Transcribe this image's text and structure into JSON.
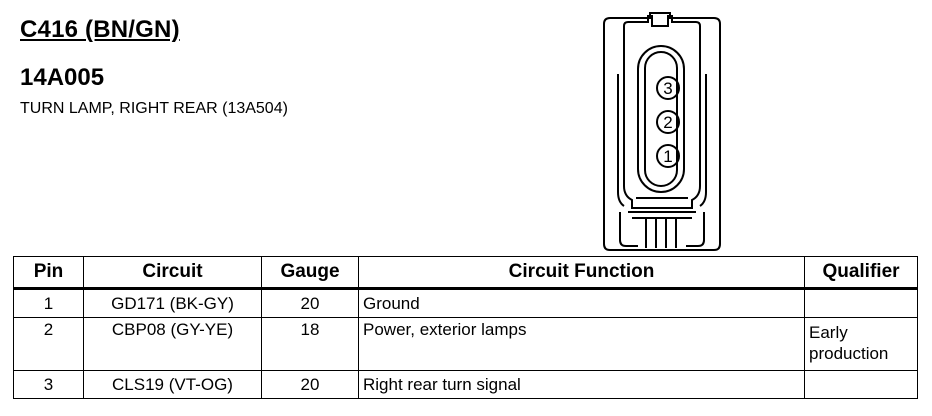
{
  "header": {
    "connector_id": "C416 (BN/GN)",
    "part_number": "14A005",
    "description": "TURN LAMP, RIGHT REAR (13A504)"
  },
  "diagram": {
    "pins": [
      "3",
      "2",
      "1"
    ]
  },
  "table": {
    "headers": {
      "pin": "Pin",
      "circuit": "Circuit",
      "gauge": "Gauge",
      "function": "Circuit Function",
      "qualifier": "Qualifier"
    },
    "rows": [
      {
        "pin": "1",
        "circuit": "GD171 (BK-GY)",
        "gauge": "20",
        "function": "Ground",
        "qualifier": [
          "",
          ""
        ]
      },
      {
        "pin": "2",
        "circuit": "CBP08 (GY-YE)",
        "gauge": "18",
        "function": "Power, exterior lamps",
        "qualifier": [
          "Early",
          "production"
        ]
      },
      {
        "pin": "3",
        "circuit": "CLS19 (VT-OG)",
        "gauge": "20",
        "function": "Right rear turn signal",
        "qualifier": [
          "",
          ""
        ]
      }
    ]
  }
}
